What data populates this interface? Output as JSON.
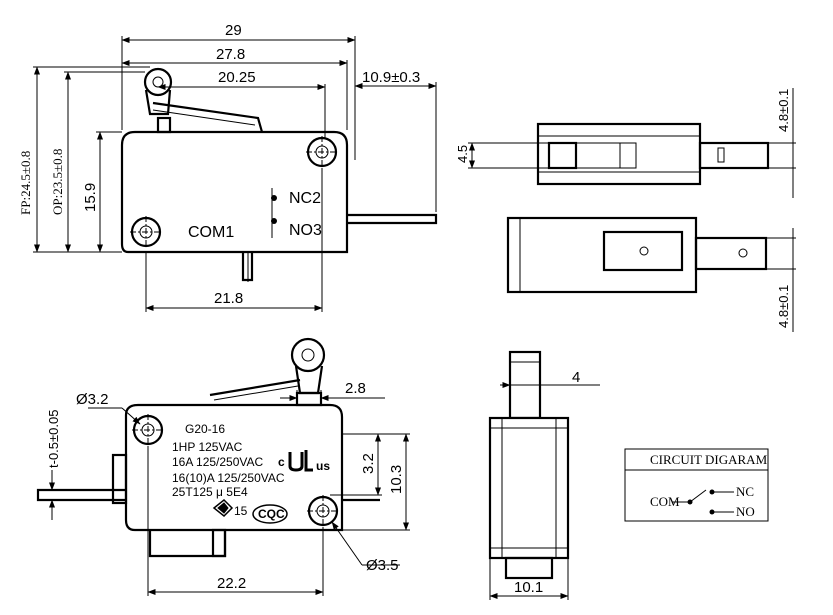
{
  "front_view": {
    "dim_29": "29",
    "dim_27_8": "27.8",
    "dim_20_25": "20.25",
    "dim_10_9": "10.9±0.3",
    "dim_fp": "FP:24.5±0.8",
    "dim_op": "OP:23.5±0.8",
    "dim_15_9": "15.9",
    "dim_21_8": "21.8",
    "label_nc": "NC2",
    "label_no": "NO3",
    "label_com": "COM1"
  },
  "top_view": {
    "dim_4_5": "4.5",
    "dim_4_8_top": "4.8±0.1",
    "dim_4_8_bottom": "4.8±0.1"
  },
  "back_view": {
    "dim_thickness": "t-0.5±0.05",
    "dim_hole_small": "Ø3.2",
    "dim_2_8": "2.8",
    "dim_3_2": "3.2",
    "dim_10_3": "10.3",
    "dim_hole_large": "Ø3.5",
    "dim_22_2": "22.2",
    "model": "G20-16",
    "rating_1": "1HP 125VAC",
    "rating_2": "16A 125/250VAC",
    "rating_3": "16(10)A 125/250VAC",
    "rating_4": "25T125 μ 5E4",
    "cert_ul": "c",
    "cert_ul_us": "us",
    "cert_cqc": "CQC",
    "cert_enec": "15"
  },
  "side_view": {
    "dim_4": "4",
    "dim_10_1": "10.1"
  },
  "circuit": {
    "title": "CIRCUIT DIGARAM",
    "com": "COM",
    "nc": "NC",
    "no": "NO"
  }
}
